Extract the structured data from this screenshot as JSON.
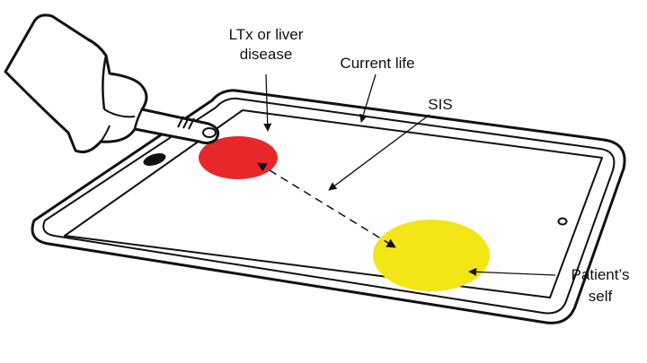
{
  "labels": {
    "ltx_line1": "LTx or liver",
    "ltx_line2": "disease",
    "current_life": "Current life",
    "sis": "SIS",
    "patient_line1": "Patient’s",
    "patient_line2": "self"
  },
  "colors": {
    "ltx_circle": "#e8272a",
    "self_circle": "#f3e516",
    "outline": "#111111",
    "background": "#ffffff"
  },
  "icons": {
    "hand": "pointing-hand-icon",
    "tablet": "tablet-icon"
  }
}
